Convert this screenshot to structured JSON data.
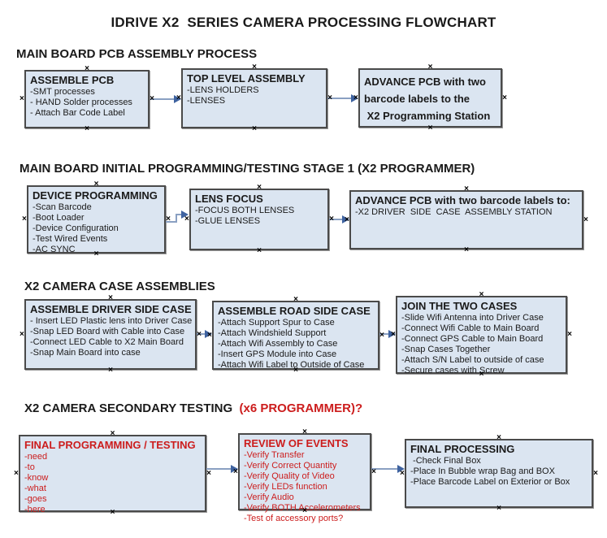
{
  "title": "IDRIVE X2  SERIES CAMERA PROCESSING FLOWCHART",
  "colors": {
    "box_fill": "#dbe5f1",
    "box_border": "#4a4a4a",
    "arrow_line": "#8aa0c2",
    "arrow_head": "#3f63a0",
    "red_accent": "#cc1d1d"
  },
  "sections": [
    {
      "heading": "MAIN BOARD PCB ASSEMBLY PROCESS",
      "boxes": [
        {
          "title": "ASSEMBLE PCB",
          "items": [
            "-SMT processes",
            "- HAND Solder processes",
            "- Attach Bar Code Label"
          ]
        },
        {
          "title": "TOP LEVEL ASSEMBLY",
          "items": [
            "-LENS HOLDERS",
            "-LENSES"
          ]
        },
        {
          "title": "ADVANCE PCB with two\nbarcode labels to the\n X2 Programming Station",
          "items": []
        }
      ]
    },
    {
      "heading": "MAIN BOARD INITIAL PROGRAMMING/TESTING STAGE 1 (X2 PROGRAMMER)",
      "boxes": [
        {
          "title": "DEVICE PROGRAMMING",
          "items": [
            "-Scan Barcode",
            "-Boot Loader",
            "-Device Configuration",
            "-Test Wired Events",
            "-AC SYNC"
          ]
        },
        {
          "title": "LENS FOCUS",
          "items": [
            "-FOCUS BOTH LENSES",
            "-GLUE LENSES"
          ]
        },
        {
          "title": "ADVANCE PCB with two barcode labels to:",
          "items": [
            "-X2 DRIVER  SIDE  CASE  ASSEMBLY STATION"
          ]
        }
      ]
    },
    {
      "heading": "X2 CAMERA CASE ASSEMBLIES",
      "boxes": [
        {
          "title": "ASSEMBLE DRIVER SIDE CASE",
          "items": [
            "- Insert LED Plastic lens into Driver Case",
            "-Snap LED Board with Cable into Case",
            "-Connect LED Cable to X2 Main Board",
            "-Snap Main Board into case"
          ]
        },
        {
          "title": "ASSEMBLE ROAD SIDE CASE",
          "items": [
            "-Attach Support Spur to Case",
            "-Attach Windshield Support",
            "-Attach Wifi Assembly to Case",
            "-Insert GPS Module into Case",
            "-Attach Wifi Label to Outside of Case"
          ]
        },
        {
          "title": "JOIN THE TWO CASES",
          "items": [
            "-Slide Wifi Antenna into Driver Case",
            "-Connect Wifi Cable to Main Board",
            "-Connect GPS Cable to Main Board",
            "-Snap Cases Together",
            "-Attach S/N Label to outside of case",
            "-Secure cases with Screw"
          ]
        }
      ]
    },
    {
      "heading": "X2 CAMERA SECONDARY TESTING ",
      "heading_red": " (x6 PROGRAMMER)?",
      "boxes": [
        {
          "title": "FINAL PROGRAMMING / TESTING",
          "items": [
            "-need",
            "-to",
            "-know",
            "-what",
            "-goes",
            "-here"
          ]
        },
        {
          "title": "REVIEW OF EVENTS",
          "items": [
            "-Verify Transfer",
            "-Verify Correct Quantity",
            "-Verify Quality of Video",
            "-Verify LEDs function",
            "-Verify Audio",
            "-Verify BOTH Accelerometers",
            "-Test of accessory ports?"
          ]
        },
        {
          "title": "FINAL PROCESSING",
          "items": [
            " -Check Final Box",
            "-Place In Bubble wrap Bag and BOX",
            "-Place Barcode Label on Exterior or Box"
          ]
        }
      ]
    }
  ]
}
